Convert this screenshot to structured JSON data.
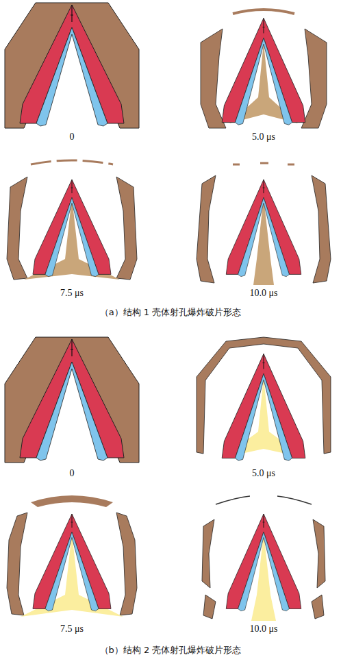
{
  "diagram": {
    "labels": [
      "0",
      "5.0 μs",
      "7.5 μs",
      "10.0 μs",
      "（a）结构 1 壳体射孔爆炸破片形态",
      "0",
      "5.0 μs",
      "7.5 μs",
      "10.0 μs",
      "（b）结构 2 壳体射孔爆炸破片形态"
    ]
  }
}
